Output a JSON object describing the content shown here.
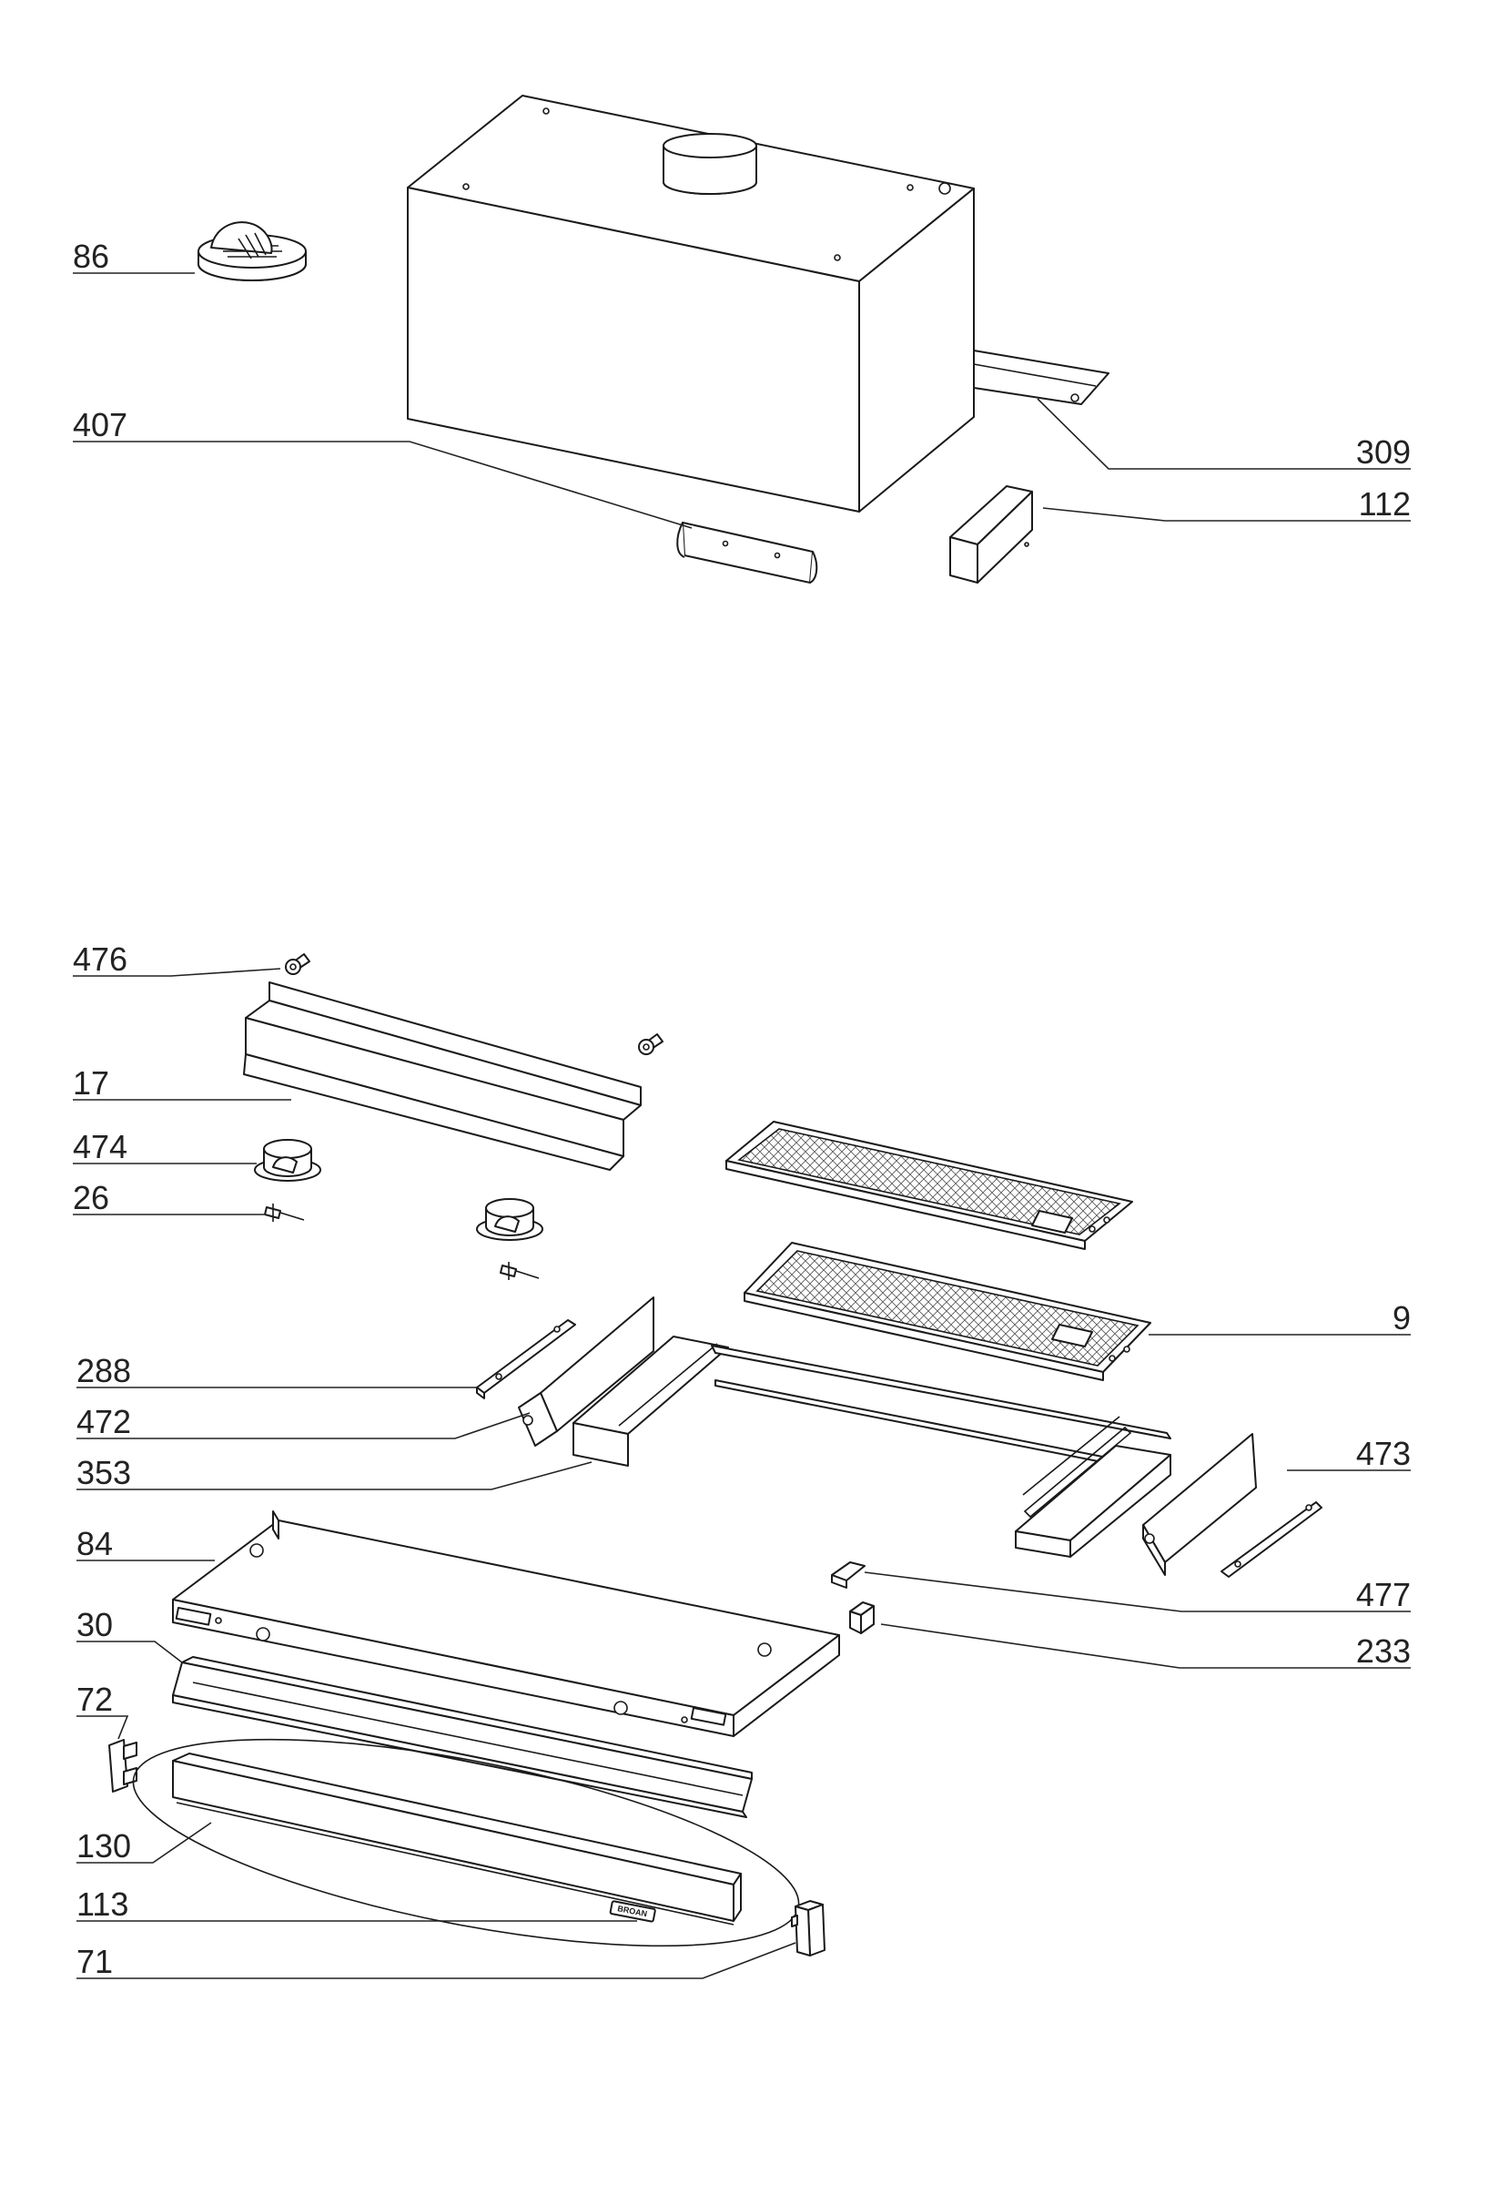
{
  "labels": {
    "l86": "86",
    "l407": "407",
    "l309": "309",
    "l112": "112",
    "l476": "476",
    "l17": "17",
    "l474": "474",
    "l26": "26",
    "l9": "9",
    "l288": "288",
    "l472": "472",
    "l353": "353",
    "l473": "473",
    "l84": "84",
    "l477": "477",
    "l233": "233",
    "l30": "30",
    "l72": "72",
    "l130": "130",
    "l113": "113",
    "l71": "71"
  },
  "brand_plate": "BROAN",
  "colors": {
    "line": "#1a1a1a",
    "background": "#ffffff"
  }
}
